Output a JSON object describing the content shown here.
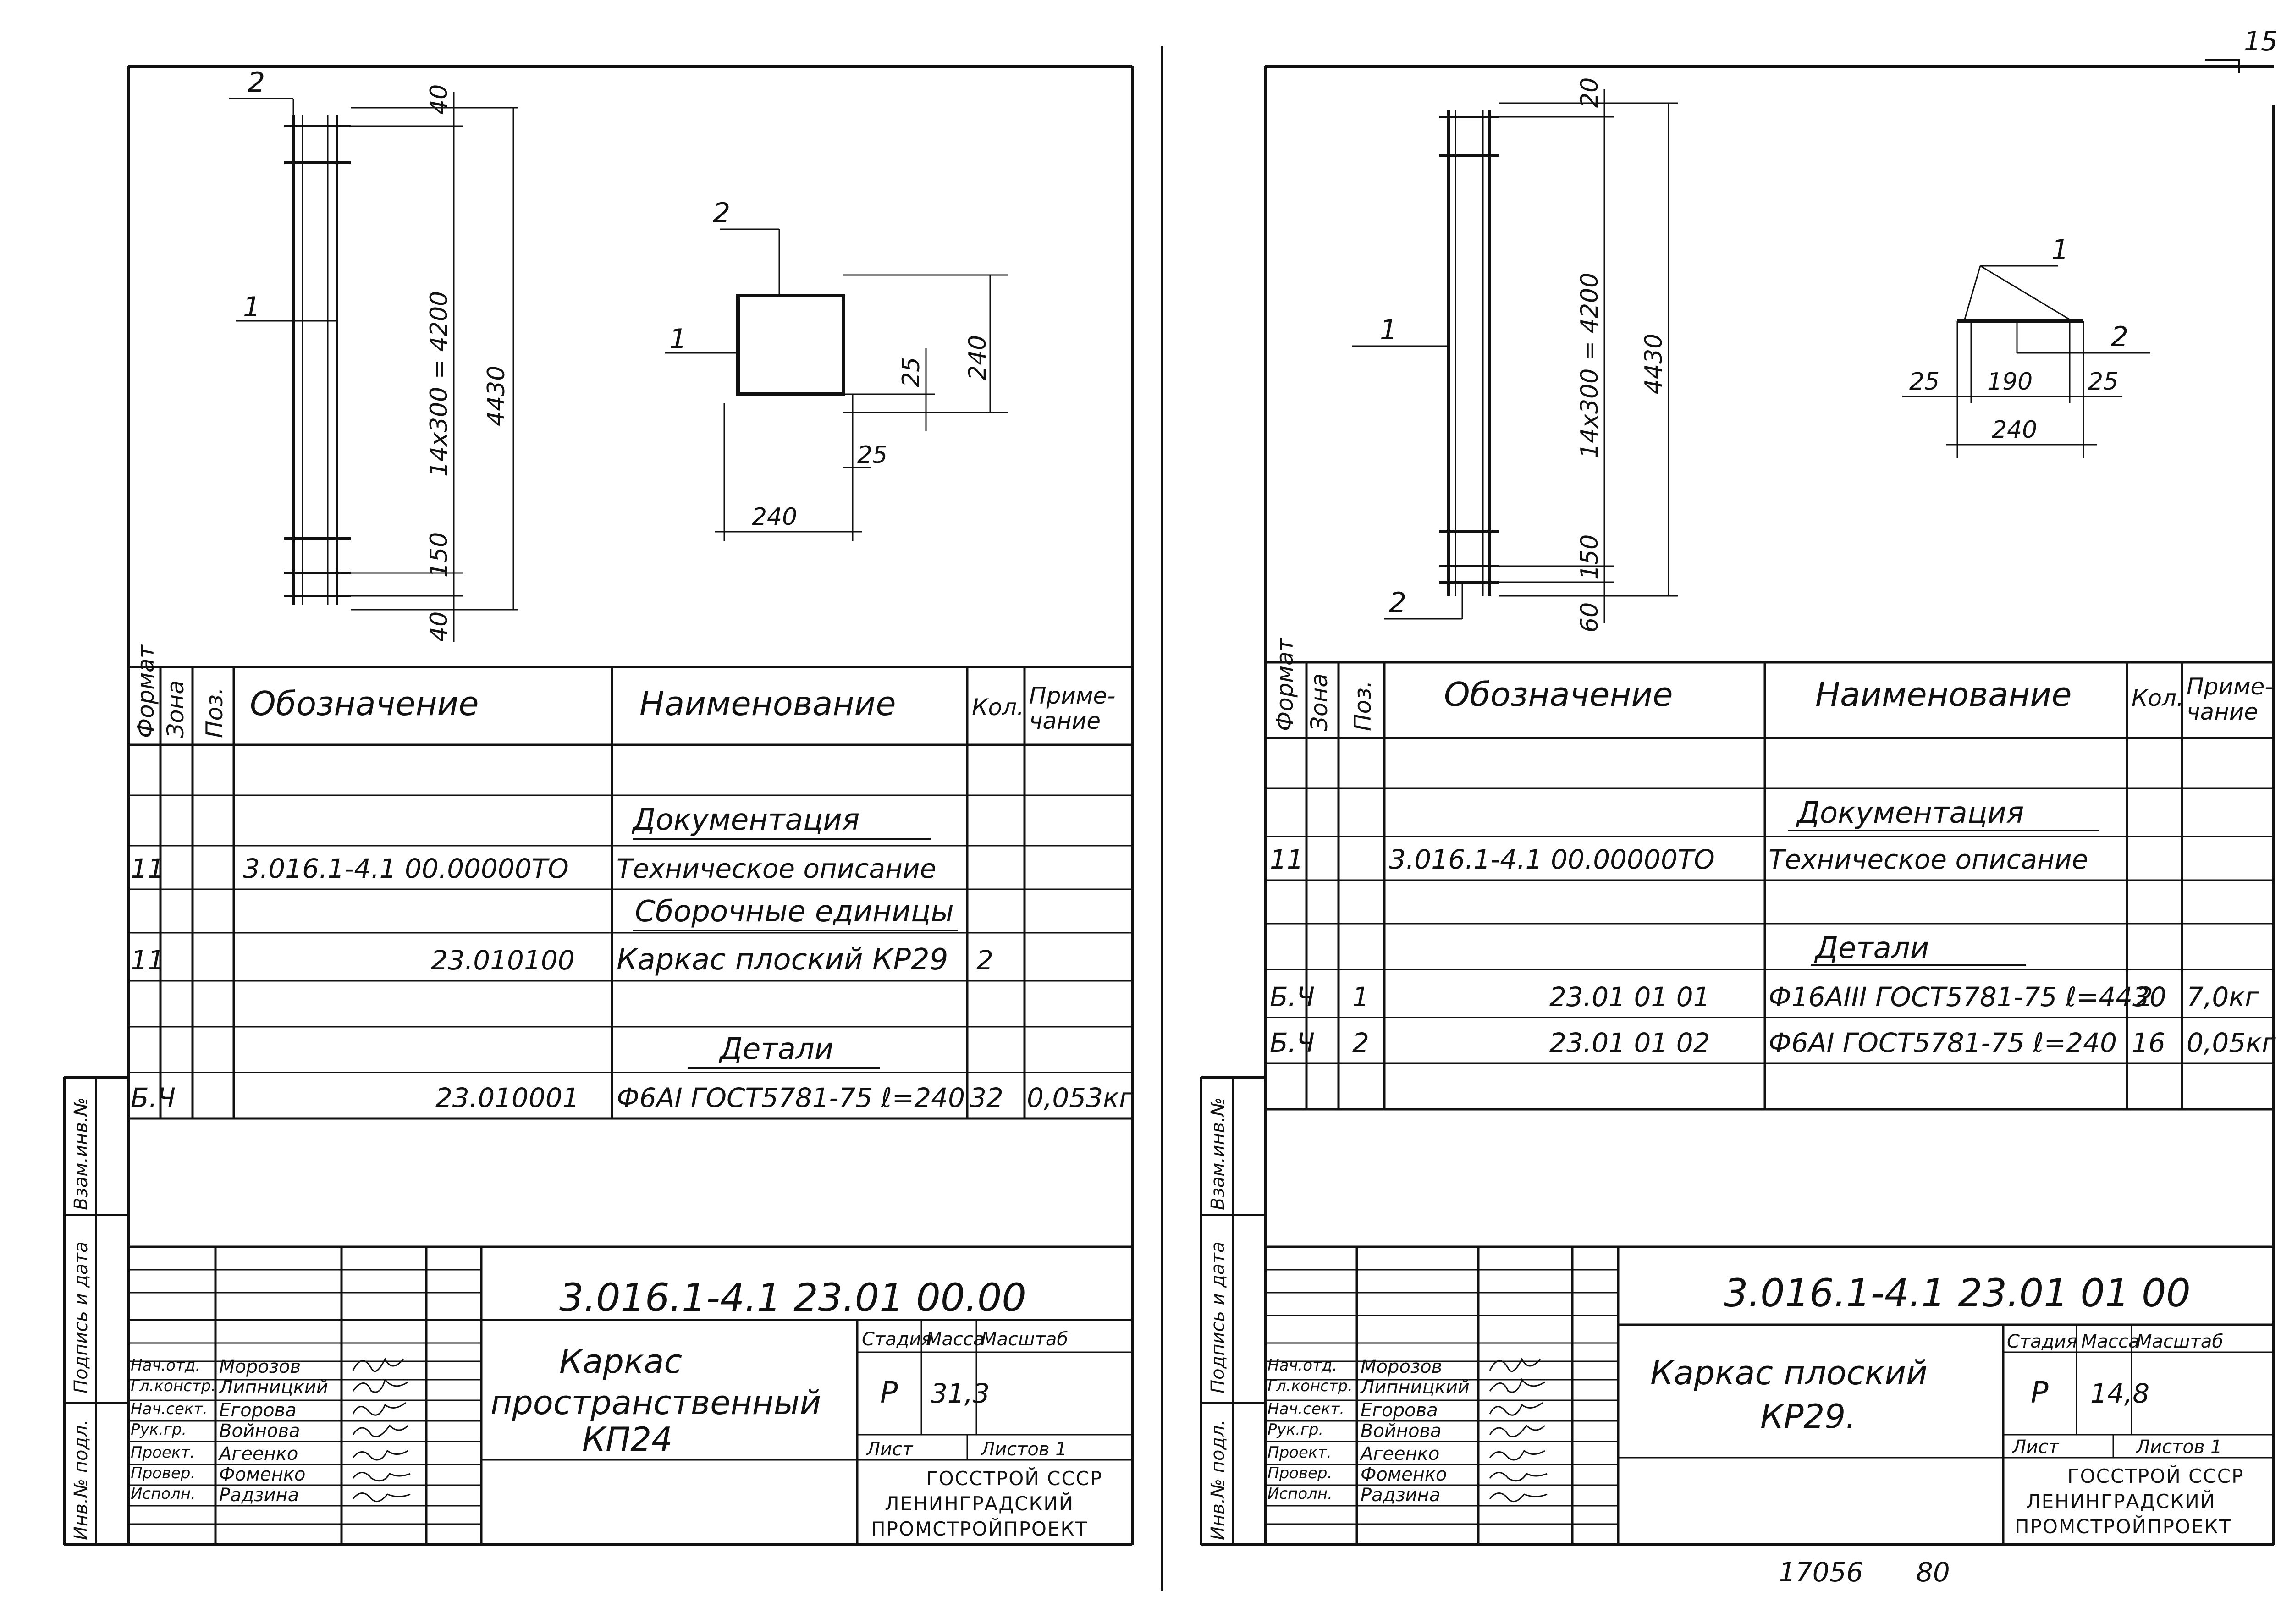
{
  "left_sheet": {
    "drawing": {
      "pos_labels": [
        "2",
        "1",
        "2",
        "1"
      ],
      "dims": [
        "40",
        "14x300 = 4200",
        "4430",
        "150",
        "40",
        "240",
        "25",
        "25",
        "240"
      ]
    },
    "spec_header": {
      "format": "Формат",
      "zone": "Зона",
      "pos": "Поз.",
      "designation": "Обозначение",
      "name": "Наименование",
      "qty": "Кол.",
      "note": "Приме-\nчание"
    },
    "spec_rows": [
      {
        "format": "",
        "pos": "",
        "designation": "",
        "name": "Документация",
        "qty": "",
        "note": ""
      },
      {
        "format": "11",
        "pos": "",
        "designation": "3.016.1-4.1   00.00000ТО",
        "name": "Техническое описание",
        "qty": "",
        "note": ""
      },
      {
        "format": "",
        "pos": "",
        "designation": "",
        "name": "Сборочные единицы",
        "qty": "",
        "note": ""
      },
      {
        "format": "11",
        "pos": "",
        "designation": "23.010100",
        "name": "Каркас плоский КР29",
        "qty": "2",
        "note": ""
      },
      {
        "format": "",
        "pos": "",
        "designation": "",
        "name": "Детали",
        "qty": "",
        "note": ""
      },
      {
        "format": "Б.Ч",
        "pos": "",
        "designation": "23.010001",
        "name": "Ф6АI  ГОСТ5781-75 ℓ=240",
        "qty": "32",
        "note": "0,053кг"
      }
    ],
    "title_block": {
      "code": "3.016.1-4.1   23.01 00.00",
      "title": [
        "Каркас",
        "пространственный",
        "КП24"
      ],
      "stage_label": "Стадия",
      "mass_label": "Масса",
      "scale_label": "Масштаб",
      "stage": "Р",
      "mass": "31,3",
      "sheet_label": "Лист",
      "sheets_label": "Листов 1",
      "org": [
        "ГОССТРОЙ СССР",
        "ЛЕНИНГРАДСКИЙ",
        "ПРОМСТРОЙПРОЕКТ"
      ],
      "roles": [
        "Нач.отд.",
        "Гл.констр.",
        "Нач.сект.",
        "Рук.гр.",
        "Проект.",
        "Провер.",
        "Исполн."
      ],
      "names": [
        "Морозов",
        "Липницкий",
        "Егорова",
        "Войнова",
        "Агеенко",
        "Фоменко",
        "Радзина"
      ]
    },
    "side_stamp": [
      "Инв.№ подл.",
      "Подпись и дата",
      "Взам.инв.№"
    ]
  },
  "right_sheet": {
    "corner": "15",
    "drawing": {
      "pos_labels": [
        "1",
        "2",
        "1",
        "2"
      ],
      "dims": [
        "20",
        "14x300 = 4200",
        "4430",
        "150",
        "60",
        "25",
        "190",
        "25",
        "240"
      ]
    },
    "spec_header": {
      "format": "Формат",
      "zone": "Зона",
      "pos": "Поз.",
      "designation": "Обозначение",
      "name": "Наименование",
      "qty": "Кол.",
      "note": "Приме-\nчание"
    },
    "spec_rows": [
      {
        "format": "",
        "pos": "",
        "designation": "",
        "name": "Документация",
        "qty": "",
        "note": ""
      },
      {
        "format": "11",
        "pos": "",
        "designation": "3.016.1-4.1  00.00000ТО",
        "name": "Техническое описание",
        "qty": "",
        "note": ""
      },
      {
        "format": "",
        "pos": "",
        "designation": "",
        "name": "Детали",
        "qty": "",
        "note": ""
      },
      {
        "format": "Б.Ч",
        "pos": "1",
        "designation": "23.01 01 01",
        "name": "Ф16АIII  ГОСТ5781-75 ℓ=4430",
        "qty": "2",
        "note": "7,0кг"
      },
      {
        "format": "Б.Ч",
        "pos": "2",
        "designation": "23.01 01 02",
        "name": "Ф6АI  ГОСТ5781-75 ℓ=240",
        "qty": "16",
        "note": "0,05кг"
      }
    ],
    "title_block": {
      "code": "3.016.1-4.1   23.01 01 00",
      "title": [
        "Каркас плоский",
        "КР29."
      ],
      "stage_label": "Стадия",
      "mass_label": "Масса",
      "scale_label": "Масштаб",
      "stage": "Р",
      "mass": "14,8",
      "sheet_label": "Лист",
      "sheets_label": "Листов 1",
      "org": [
        "ГОССТРОЙ СССР",
        "ЛЕНИНГРАДСКИЙ",
        "ПРОМСТРОЙПРОЕКТ"
      ],
      "roles": [
        "Нач.отд.",
        "Гл.констр.",
        "Нач.сект.",
        "Рук.гр.",
        "Проект.",
        "Провер.",
        "Исполн."
      ],
      "names": [
        "Морозов",
        "Липницкий",
        "Егорова",
        "Войнова",
        "Агеенко",
        "Фоменко",
        "Радзина"
      ]
    },
    "side_stamp": [
      "Инв.№ подл.",
      "Подпись и дата",
      "Взам.инв.№"
    ]
  },
  "footer": {
    "number": "17056",
    "page": "80"
  }
}
